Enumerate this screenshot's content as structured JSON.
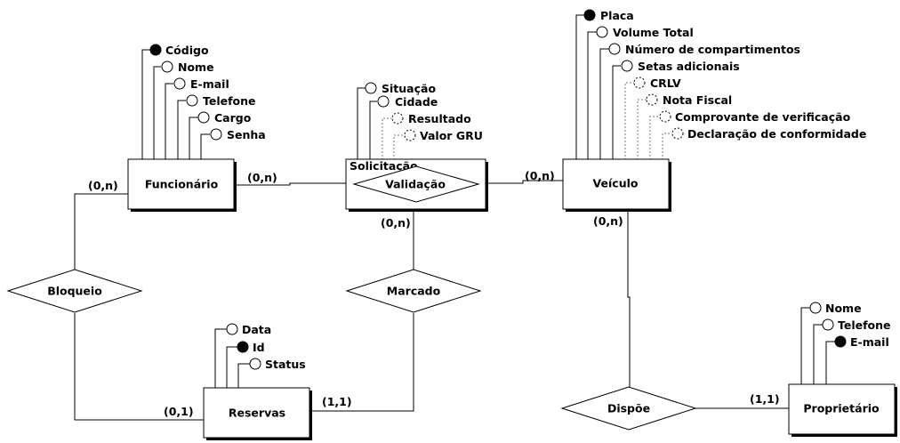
{
  "entities": {
    "funcionario": "Funcionário",
    "solicitacao": "Solicitação",
    "veiculo": "Veículo",
    "reservas": "Reservas",
    "proprietario": "Proprietário"
  },
  "relationships": {
    "validacao": "Validação",
    "bloqueio": "Bloqueio",
    "marcado": "Marcado",
    "dispoe": "Dispõe"
  },
  "attributes": {
    "funcionario": [
      "Código",
      "Nome",
      "E-mail",
      "Telefone",
      "Cargo",
      "Senha"
    ],
    "solicitacao": [
      "Situação",
      "Cidade",
      "Resultado",
      "Valor GRU"
    ],
    "veiculo": [
      "Placa",
      "Volume Total",
      "Número de compartimentos",
      "Setas adicionais",
      "CRLV",
      "Nota Fiscal",
      "Comprovante de verificação",
      "Declaração de conformidade"
    ],
    "reservas": [
      "Data",
      "Id",
      "Status"
    ],
    "proprietario": [
      "Nome",
      "Telefone",
      "E-mail"
    ]
  },
  "attribute_types": {
    "funcionario": [
      "key",
      "simple",
      "simple",
      "simple",
      "simple",
      "simple"
    ],
    "solicitacao": [
      "simple",
      "simple",
      "optional",
      "optional"
    ],
    "veiculo": [
      "key",
      "simple",
      "simple",
      "simple",
      "optional",
      "optional",
      "optional",
      "optional"
    ],
    "reservas": [
      "simple",
      "key",
      "simple"
    ],
    "proprietario": [
      "simple",
      "simple",
      "key"
    ]
  },
  "cardinalities": {
    "funcionario_validacao": "(0,n)",
    "validacao_veiculo": "(0,n)",
    "funcionario_bloqueio": "(0,n)",
    "solicitacao_marcado": "(0,n)",
    "veiculo_dispoe": "(0,n)",
    "bloqueio_reservas": "(0,1)",
    "marcado_reservas": "(1,1)",
    "dispoe_proprietario": "(1,1)"
  }
}
